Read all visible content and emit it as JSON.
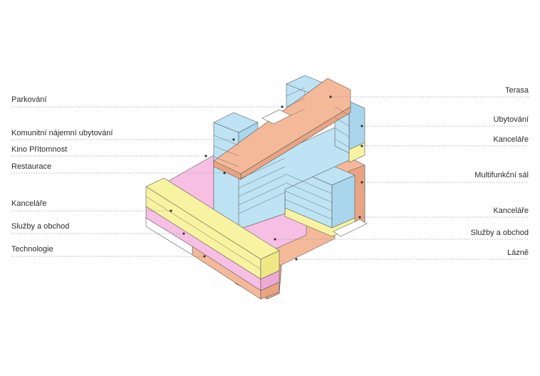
{
  "labels_left": [
    {
      "id": "parkovani",
      "text": "Parkování"
    },
    {
      "id": "komunitni",
      "text": "Komunitní nájemní ubytování"
    },
    {
      "id": "kino",
      "text": "Kino Přítomnost"
    },
    {
      "id": "restaurace",
      "text": "Restaurace"
    },
    {
      "id": "kancelare-left",
      "text": "Kanceláře"
    },
    {
      "id": "sluzby-left",
      "text": "Služby a obchod"
    },
    {
      "id": "technologie",
      "text": "Technologie"
    }
  ],
  "labels_right": [
    {
      "id": "terasa",
      "text": "Terasa"
    },
    {
      "id": "ubytovani",
      "text": "Ubytování"
    },
    {
      "id": "kancelare-right-1",
      "text": "Kanceláře"
    },
    {
      "id": "multifunkcni",
      "text": "Multifunkční sál"
    },
    {
      "id": "kancelare-right-2",
      "text": "Kanceláře"
    },
    {
      "id": "sluzby-right",
      "text": "Služby a obchod"
    },
    {
      "id": "lazne",
      "text": "Lázně"
    }
  ],
  "colors": {
    "salmon": "#f4b999",
    "salmon_dark": "#e9a583",
    "blue": "#bde3f4",
    "blue_dark": "#a9d6ec",
    "pink": "#f7bfe3",
    "pink_dark": "#eeaad6",
    "yellow": "#f8f3a0",
    "yellow_dark": "#efe884",
    "grey": "#eeeeee"
  }
}
